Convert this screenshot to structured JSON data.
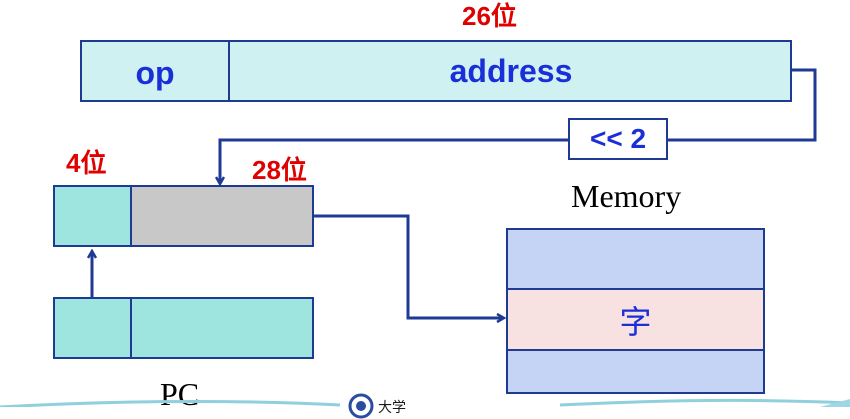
{
  "instruction": {
    "width_label": "26位",
    "op_label": "op",
    "address_label": "address"
  },
  "shift": {
    "label": "<< 2"
  },
  "pc_target": {
    "high_bits_label": "4位",
    "low_bits_label": "28位"
  },
  "pc": {
    "label": "PC"
  },
  "memory": {
    "title": "Memory",
    "word_label": "字"
  },
  "colors": {
    "instruction_fill": "#cff1f1",
    "pc_high_fill": "#9ee5df",
    "pc_low_fill": "#c8c8c8",
    "memory_fill": "#c5d3f5",
    "memory_word_fill": "#f8e1e1",
    "wire": "#1f3a93",
    "width_labels": "#e00000"
  },
  "logo": {
    "text": "大学"
  }
}
